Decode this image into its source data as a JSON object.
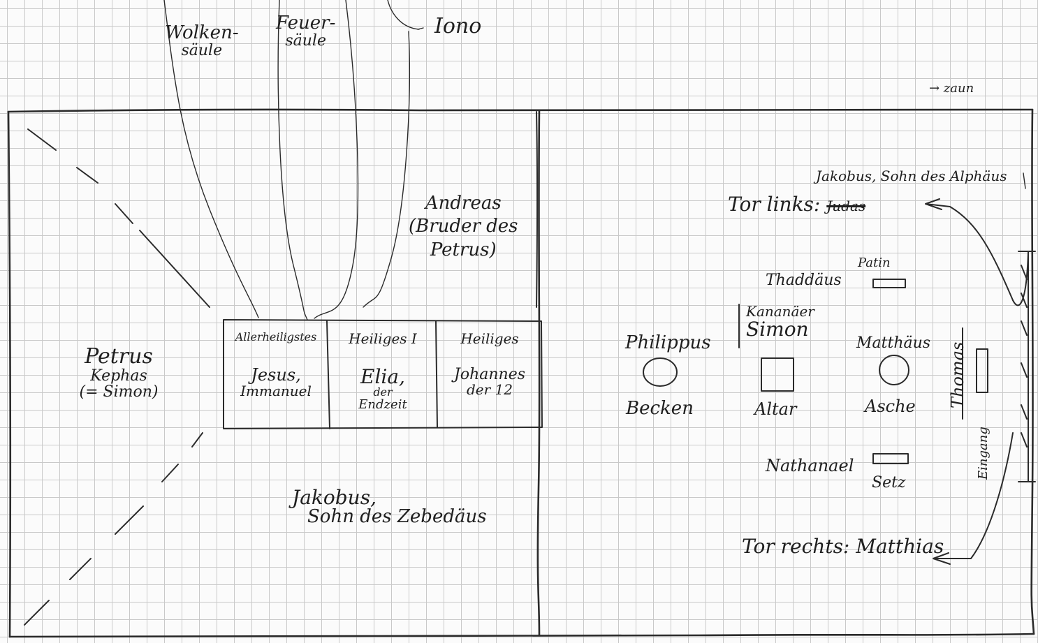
{
  "labels": {
    "wolkensaeule_line1": "Wolken-",
    "wolkensaeule_line2": "säule",
    "feuersaeule_line1": "Feuer-",
    "feuersaeule_line2": "säule",
    "ionic": "Iono",
    "zaun": "→ zaun",
    "andreas_line1": "Andreas",
    "andreas_line2": "(Bruder des",
    "andreas_line3": "Petrus)",
    "allerheiligstes": "Allerheiligstes",
    "jesus_line1": "Jesus,",
    "jesus_line2": "Immanuel",
    "heiliges1": "Heiliges I",
    "elia_line1": "Elia,",
    "elia_line2": "der",
    "elia_line3": "Endzeit",
    "heiliges2": "Heiliges",
    "johannes_line1": "Johannes",
    "johannes_line2": "der 12",
    "petrus_line1": "Petrus",
    "petrus_line2": "Kephas",
    "petrus_line3": "(= Simon)",
    "jakobus_z_line1": "Jakobus,",
    "jakobus_z_line2": "Sohn des Zebedäus",
    "jakobus_a": "Jakobus, Sohn des Alphäus",
    "tor_links": "Tor links:",
    "tor_links_struck": "Judas",
    "thaddaeus": "Thaddäus",
    "patin": "Patin",
    "kananaeer": "Kananäer",
    "simon": "Simon",
    "philippus": "Philippus",
    "becken": "Becken",
    "altar": "Altar",
    "matthaeus": "Matthäus",
    "asche": "Asche",
    "thomas": "Thomas",
    "eingang": "Eingang",
    "nathanael": "Nathanael",
    "setz": "Setz",
    "tor_rechts": "Tor rechts: Matthias"
  }
}
